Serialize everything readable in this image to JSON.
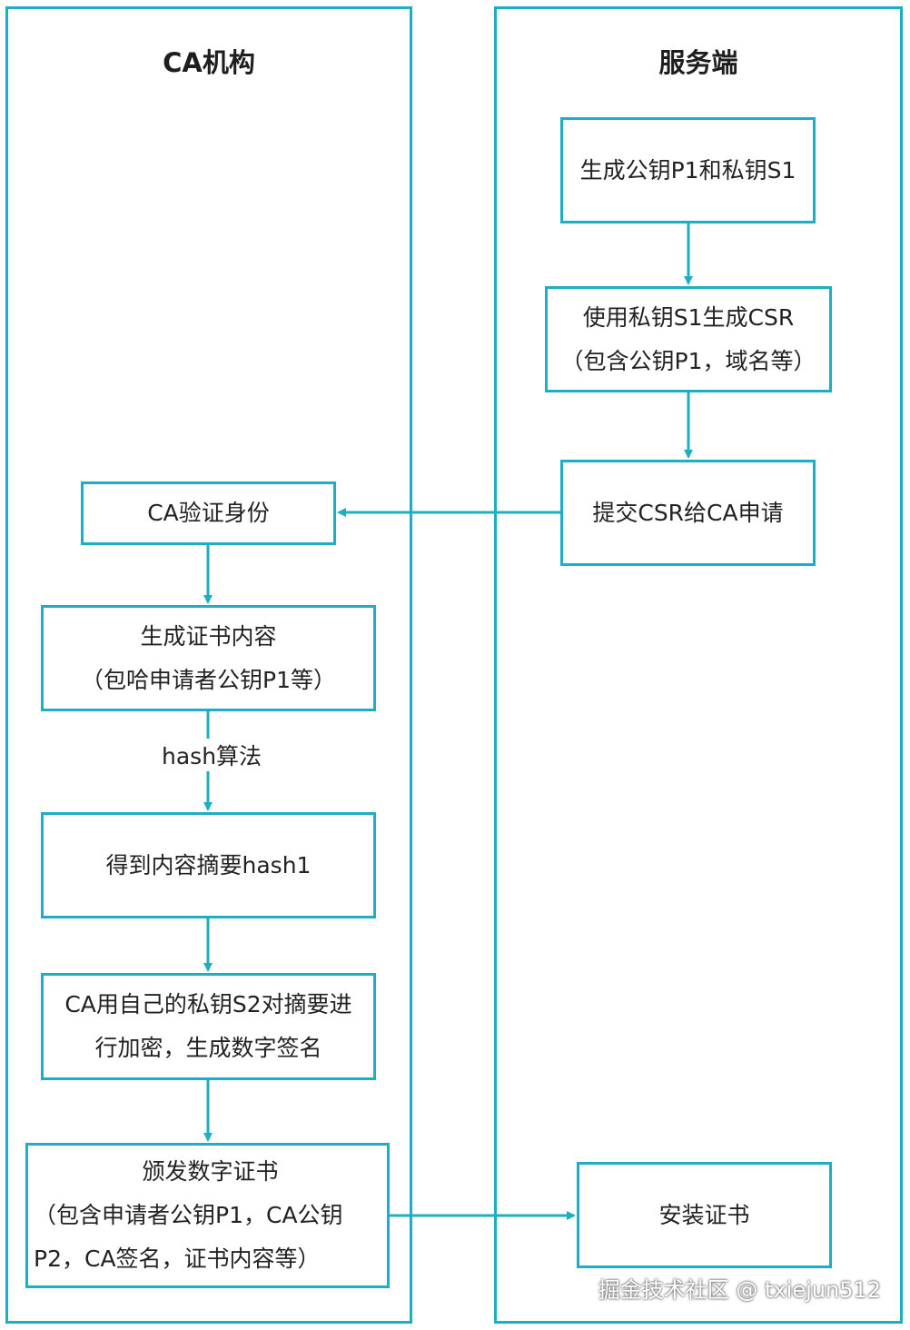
{
  "diagram": {
    "lanes": {
      "left_title": "CA机构",
      "right_title": "服务端"
    },
    "server_steps": {
      "gen_keys": "生成公钥P1和私钥S1",
      "gen_csr_line1": "使用私钥S1生成CSR",
      "gen_csr_line2": "（包含公钥P1，域名等）",
      "submit_csr": "提交CSR给CA申请",
      "install_cert": "安装证书"
    },
    "ca_steps": {
      "verify": "CA验证身份",
      "gen_content_line1": "生成证书内容",
      "gen_content_line2": "（包哈申请者公钥P1等）",
      "hash_label": "hash算法",
      "digest": "得到内容摘要hash1",
      "sign_line1": "CA用自己的私钥S2对摘要进",
      "sign_line2": "行加密，生成数字签名",
      "issue_line1": "颁发数字证书",
      "issue_line2": "（包含申请者公钥P1，CA公钥",
      "issue_line3": "P2，CA签名，证书内容等）"
    },
    "accent_color": "#1eaec3"
  },
  "watermark": "掘金技术社区 @ txiejun512"
}
